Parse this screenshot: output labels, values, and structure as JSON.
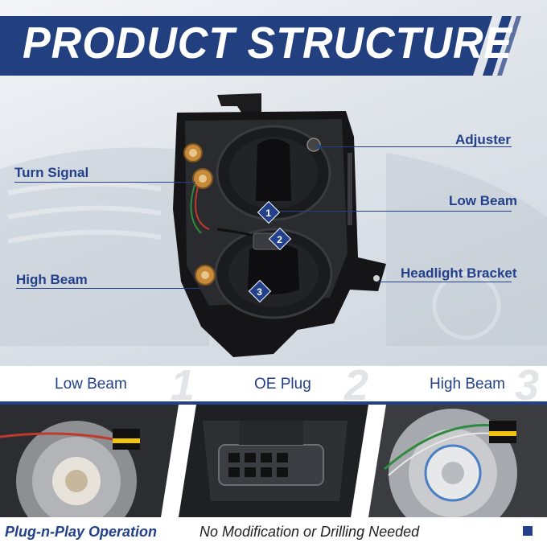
{
  "banner": {
    "title": "PRODUCT STRUCTURE"
  },
  "callouts": {
    "adjuster": "Adjuster",
    "turn_signal": "Turn Signal",
    "low_beam": "Low Beam",
    "headlight_bracket": "Headlight Bracket",
    "high_beam": "High Beam"
  },
  "badges": [
    "1",
    "2",
    "3"
  ],
  "panels": [
    {
      "caption": "Low Beam",
      "number": "1"
    },
    {
      "caption": "OE Plug",
      "number": "2"
    },
    {
      "caption": "High Beam",
      "number": "3"
    }
  ],
  "footer": {
    "highlight": "Plug-n-Play Operation",
    "text": "No Modification or Drilling Needed"
  },
  "colors": {
    "brand_blue": "#22418a",
    "banner_blue": "#223f7f"
  }
}
